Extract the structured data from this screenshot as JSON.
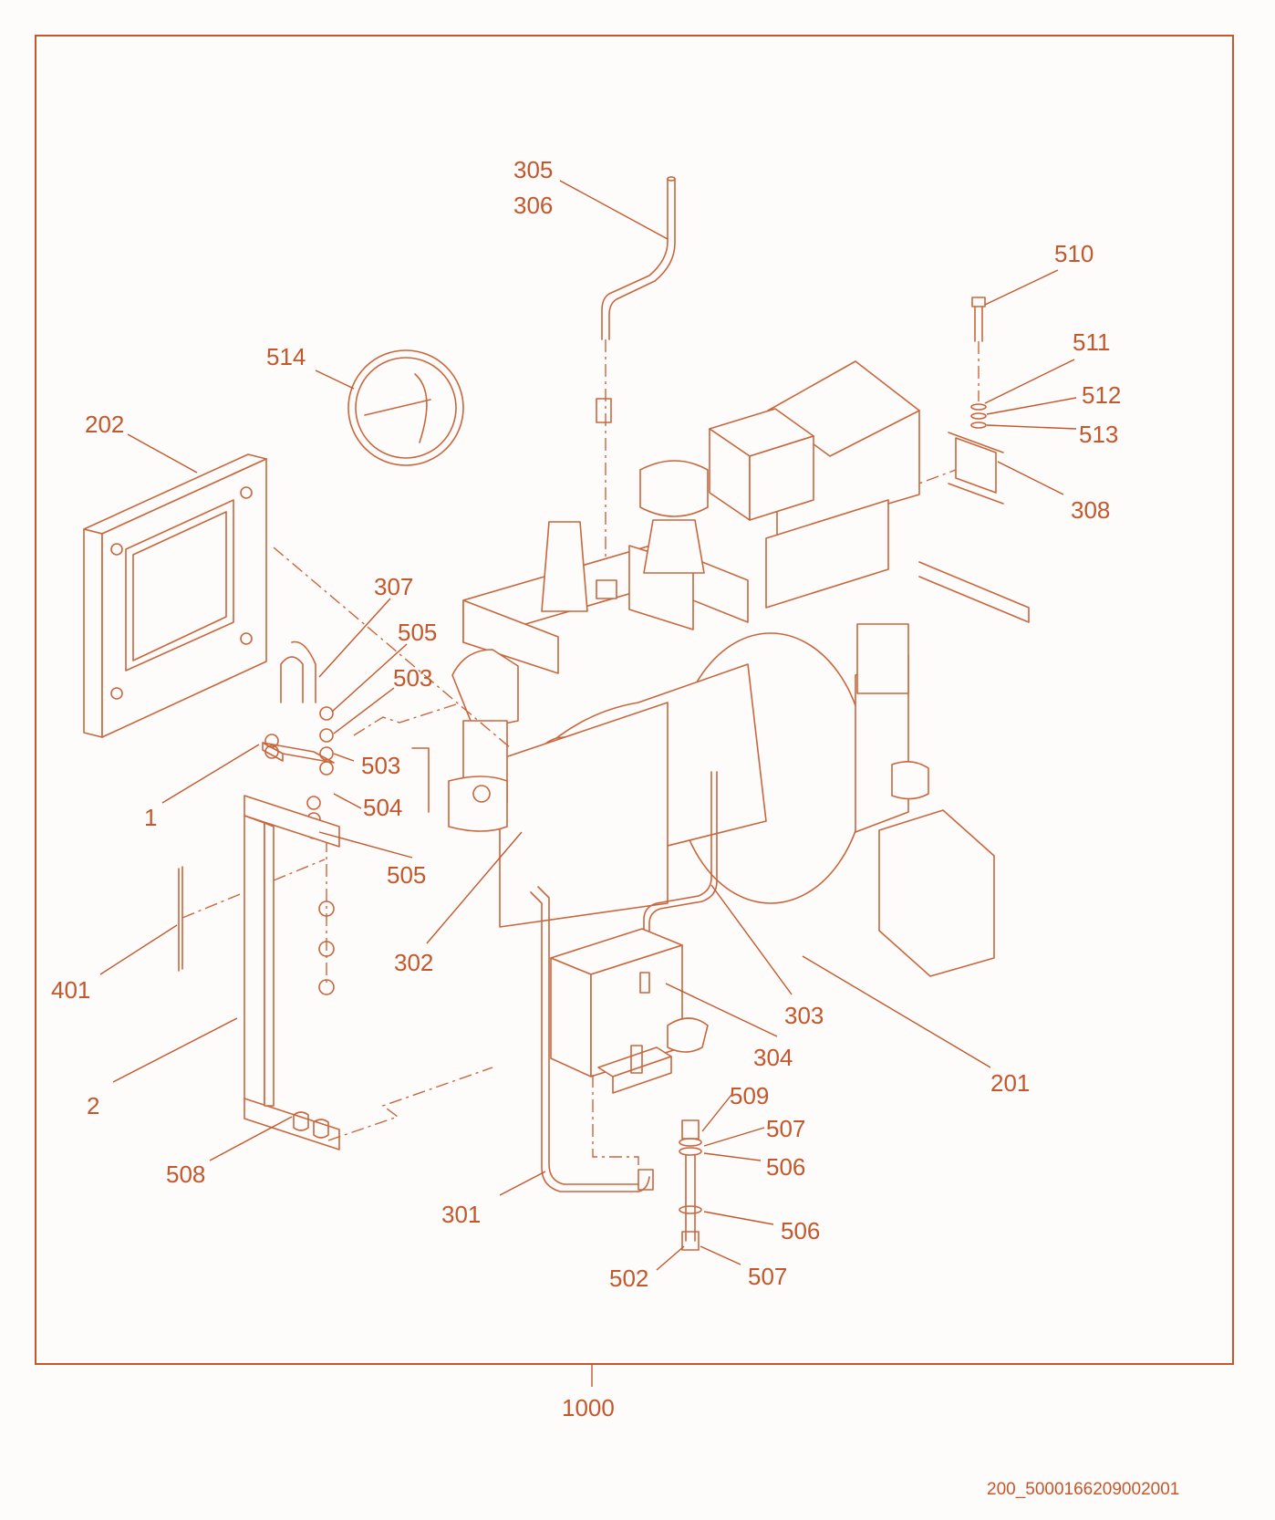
{
  "assembly_number": "1000",
  "drawing_ref": "200_5000166209002001",
  "colors": {
    "line": "#c9663d",
    "text": "#c4572c",
    "background": "#fdfcfa"
  },
  "parts": [
    {
      "id": "p305",
      "label": "305"
    },
    {
      "id": "p306",
      "label": "306"
    },
    {
      "id": "p510",
      "label": "510"
    },
    {
      "id": "p511",
      "label": "511"
    },
    {
      "id": "p512",
      "label": "512"
    },
    {
      "id": "p513",
      "label": "513"
    },
    {
      "id": "p514",
      "label": "514"
    },
    {
      "id": "p202",
      "label": "202"
    },
    {
      "id": "p308",
      "label": "308"
    },
    {
      "id": "p307",
      "label": "307"
    },
    {
      "id": "p505a",
      "label": "505"
    },
    {
      "id": "p503a",
      "label": "503"
    },
    {
      "id": "p503b",
      "label": "503"
    },
    {
      "id": "p1",
      "label": "1"
    },
    {
      "id": "p504",
      "label": "504"
    },
    {
      "id": "p505b",
      "label": "505"
    },
    {
      "id": "p401",
      "label": "401"
    },
    {
      "id": "p302",
      "label": "302"
    },
    {
      "id": "p303",
      "label": "303"
    },
    {
      "id": "p304",
      "label": "304"
    },
    {
      "id": "p201",
      "label": "201"
    },
    {
      "id": "p2",
      "label": "2"
    },
    {
      "id": "p509",
      "label": "509"
    },
    {
      "id": "p507a",
      "label": "507"
    },
    {
      "id": "p506a",
      "label": "506"
    },
    {
      "id": "p508",
      "label": "508"
    },
    {
      "id": "p301",
      "label": "301"
    },
    {
      "id": "p506b",
      "label": "506"
    },
    {
      "id": "p502",
      "label": "502"
    },
    {
      "id": "p507b",
      "label": "507"
    }
  ]
}
